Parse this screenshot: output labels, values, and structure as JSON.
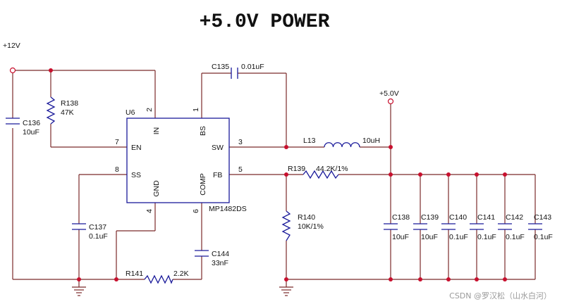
{
  "title": "+5.0V POWER",
  "rails": {
    "in": "+12V",
    "out": "+5.0V"
  },
  "ic": {
    "ref": "U6",
    "part": "MP1482DS",
    "pins": {
      "in": "IN",
      "in_num": "2",
      "bs": "BS",
      "bs_num": "1",
      "en": "EN",
      "en_num": "7",
      "sw": "SW",
      "sw_num": "3",
      "ss": "SS",
      "ss_num": "8",
      "fb": "FB",
      "fb_num": "5",
      "gnd": "GND",
      "gnd_num": "4",
      "comp": "COMP",
      "comp_num": "6"
    }
  },
  "components": {
    "c135": {
      "ref": "C135",
      "value": "0.01uF"
    },
    "c136": {
      "ref": "C136",
      "value": "10uF"
    },
    "r138": {
      "ref": "R138",
      "value": "47K"
    },
    "l13": {
      "ref": "L13",
      "value": "10uH"
    },
    "r139": {
      "ref": "R139",
      "value": "44.2K/1%"
    },
    "r140": {
      "ref": "R140",
      "value": "10K/1%"
    },
    "c137": {
      "ref": "C137",
      "value": "0.1uF"
    },
    "c144": {
      "ref": "C144",
      "value": "33nF"
    },
    "r141": {
      "ref": "R141",
      "value": "2.2K"
    },
    "out_caps": [
      {
        "ref": "C138",
        "value": "10uF"
      },
      {
        "ref": "C139",
        "value": "10uF"
      },
      {
        "ref": "C140",
        "value": "0.1uF"
      },
      {
        "ref": "C141",
        "value": "0.1uF"
      },
      {
        "ref": "C142",
        "value": "0.1uF"
      },
      {
        "ref": "C143",
        "value": "0.1uF"
      }
    ]
  },
  "watermark": "CSDN @罗汉松（山水白河）",
  "colors": {
    "wire": "#7b2a2a",
    "part": "#1a1a9a",
    "junction": "#c8102e"
  }
}
